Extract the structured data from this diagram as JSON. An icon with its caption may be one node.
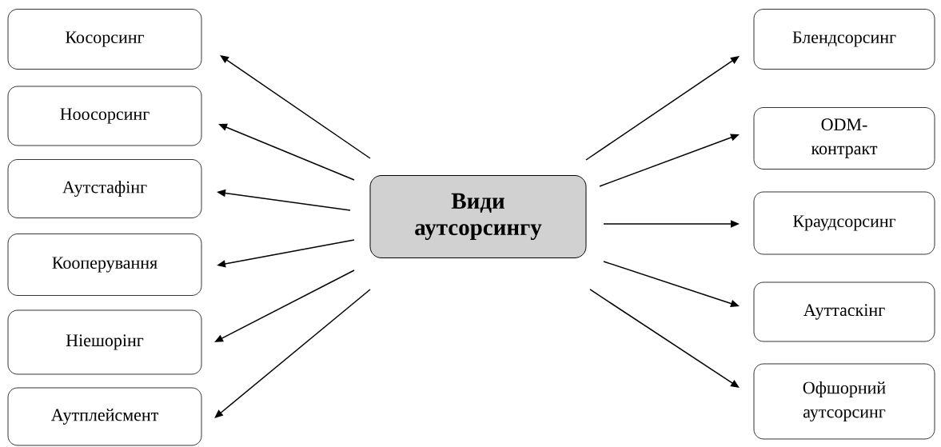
{
  "diagram": {
    "nodes": [
      {
        "text": [
          "Види аутсорсингу"
        ]
      },
      {
        "text": [
          "Косорсинг"
        ]
      },
      {
        "text": [
          "Ноосорсинг"
        ]
      },
      {
        "text": [
          "Аутстафінг"
        ]
      },
      {
        "text": [
          "Кооперування"
        ]
      },
      {
        "text": [
          "Ніешорінг"
        ]
      },
      {
        "text": [
          "Аутплейсмент"
        ]
      },
      {
        "text": [
          "Блендсорсинг"
        ]
      },
      {
        "text": [
          "ODM-контракт"
        ]
      },
      {
        "text": [
          "Краудсорсинг"
        ]
      },
      {
        "text": [
          "Ауттаскінг"
        ]
      },
      {
        "text": [
          "Офшорний аутсорсинг"
        ]
      }
    ],
    "edges": [
      {
        "from": 0,
        "to": 1,
        "arrow": "to"
      },
      {
        "from": 0,
        "to": 2,
        "arrow": "to"
      },
      {
        "from": 0,
        "to": 3,
        "arrow": "to"
      },
      {
        "from": 0,
        "to": 4,
        "arrow": "to"
      },
      {
        "from": 0,
        "to": 5,
        "arrow": "to"
      },
      {
        "from": 0,
        "to": 6,
        "arrow": "to"
      },
      {
        "from": 0,
        "to": 7,
        "arrow": "to"
      },
      {
        "from": 0,
        "to": 8,
        "arrow": "to"
      },
      {
        "from": 0,
        "to": 9,
        "arrow": "to"
      },
      {
        "from": 0,
        "to": 10,
        "arrow": "to"
      },
      {
        "from": 0,
        "to": 11,
        "arrow": "to"
      }
    ]
  }
}
